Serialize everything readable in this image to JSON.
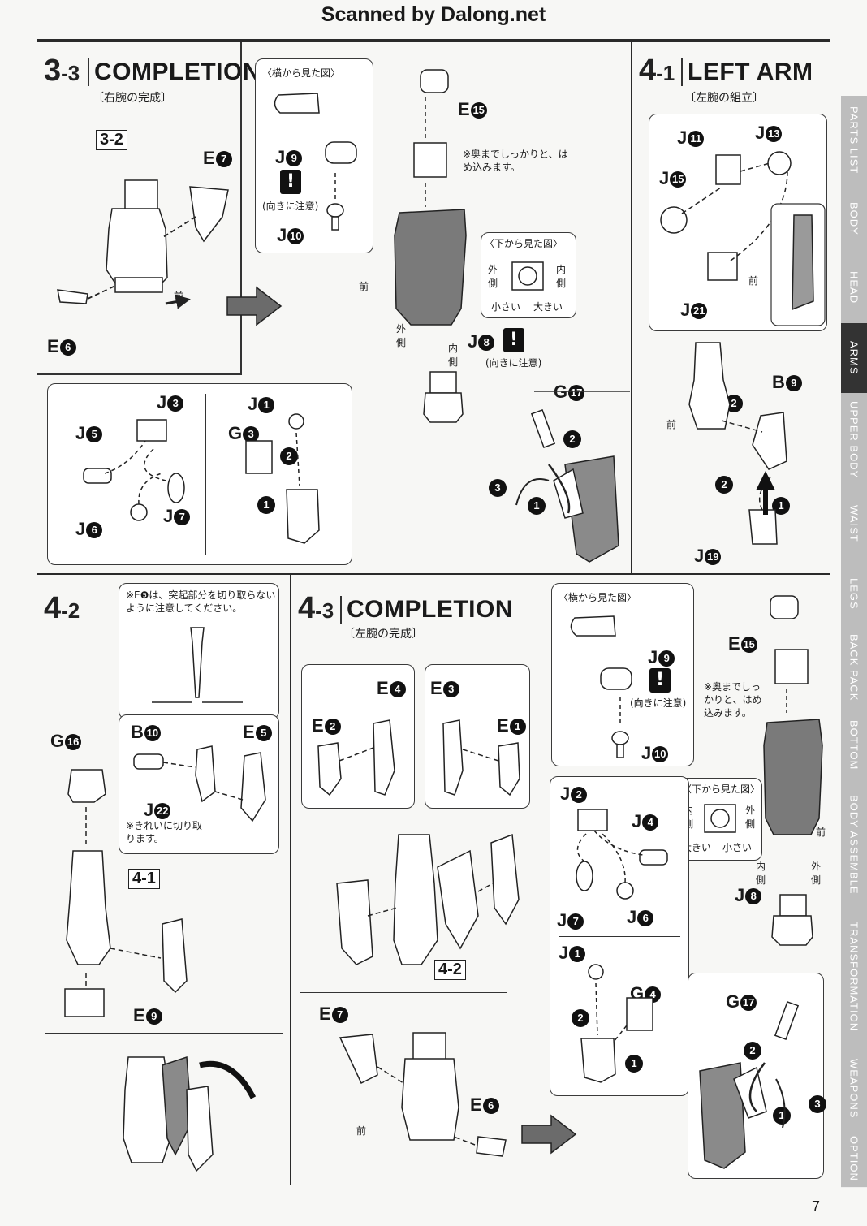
{
  "header": {
    "scan_credit": "Scanned by Dalong.net"
  },
  "page_number": "7",
  "side_tabs": [
    {
      "label": "PARTS LIST",
      "active": false
    },
    {
      "label": "BODY",
      "active": false
    },
    {
      "label": "HEAD",
      "active": false
    },
    {
      "label": "ARMS",
      "active": true
    },
    {
      "label": "UPPER BODY",
      "active": false
    },
    {
      "label": "WAIST",
      "active": false
    },
    {
      "label": "LEGS",
      "active": false
    },
    {
      "label": "BACK PACK",
      "active": false
    },
    {
      "label": "BOTTOM",
      "active": false
    },
    {
      "label": "BODY ASSEMBLE",
      "active": false
    },
    {
      "label": "TRANSFORMATION",
      "active": false
    },
    {
      "label": "WEAPONS",
      "active": false
    },
    {
      "label": "OPTION",
      "active": false
    }
  ],
  "common": {
    "front": "前",
    "side_view": "〈横から見た図〉",
    "bottom_view": "〈下から見た図〉",
    "caution": "(向きに注意)",
    "outer": "外側",
    "inner": "内側",
    "small": "小さい",
    "large": "大きい",
    "warn_mark": "!"
  },
  "s33": {
    "num_big": "3",
    "num_small": "-3",
    "title": "COMPLETION",
    "subtitle": "〔右腕の完成〕",
    "ref": "3-2",
    "insert_note": "※奥までしっかりと、はめ込みます。",
    "labels": {
      "e7": "E",
      "e7n": "7",
      "e6": "E",
      "e6n": "6",
      "j9": "J",
      "j9n": "9",
      "j10": "J",
      "j10n": "10",
      "e15": "E",
      "e15n": "15",
      "j8": "J",
      "j8n": "8",
      "j3": "J",
      "j3n": "3",
      "j5": "J",
      "j5n": "5",
      "j6": "J",
      "j6n": "6",
      "j7": "J",
      "j7n": "7",
      "j1": "J",
      "j1n": "1",
      "g3": "G",
      "g3n": "3",
      "g17": "G",
      "g17n": "17"
    }
  },
  "s41": {
    "num_big": "4",
    "num_small": "-1",
    "title": "LEFT ARM",
    "subtitle": "〔左腕の組立〕",
    "labels": {
      "j11": "J",
      "j11n": "11",
      "j13": "J",
      "j13n": "13",
      "j15": "J",
      "j15n": "15",
      "j21": "J",
      "j21n": "21",
      "b9": "B",
      "b9n": "9",
      "j19": "J",
      "j19n": "19"
    }
  },
  "s42": {
    "num_big": "4",
    "num_small": "-2",
    "cut_note": "※E❺は、突起部分を切り取らないように注意してください。",
    "clean_cut_note": "※きれいに切り取ります。",
    "ref": "4-1",
    "labels": {
      "g16": "G",
      "g16n": "16",
      "b10": "B",
      "b10n": "10",
      "e5": "E",
      "e5n": "5",
      "j22": "J",
      "j22n": "22",
      "e9": "E",
      "e9n": "9"
    }
  },
  "s43": {
    "num_big": "4",
    "num_small": "-3",
    "title": "COMPLETION",
    "subtitle": "〔左腕の完成〕",
    "ref": "4-2",
    "insert_note": "※奥までしっかりと、はめ込みます。",
    "labels": {
      "e4": "E",
      "e4n": "4",
      "e3": "E",
      "e3n": "3",
      "e2": "E",
      "e2n": "2",
      "e1": "E",
      "e1n": "1",
      "e7": "E",
      "e7n": "7",
      "e6": "E",
      "e6n": "6",
      "j9": "J",
      "j9n": "9",
      "j10": "J",
      "j10n": "10",
      "e15": "E",
      "e15n": "15",
      "j2": "J",
      "j2n": "2",
      "j4": "J",
      "j4n": "4",
      "j7": "J",
      "j7n": "7",
      "j6": "J",
      "j6n": "6",
      "j1": "J",
      "j1n": "1",
      "g4": "G",
      "g4n": "4",
      "j8": "J",
      "j8n": "8",
      "g17": "G",
      "g17n": "17"
    }
  }
}
